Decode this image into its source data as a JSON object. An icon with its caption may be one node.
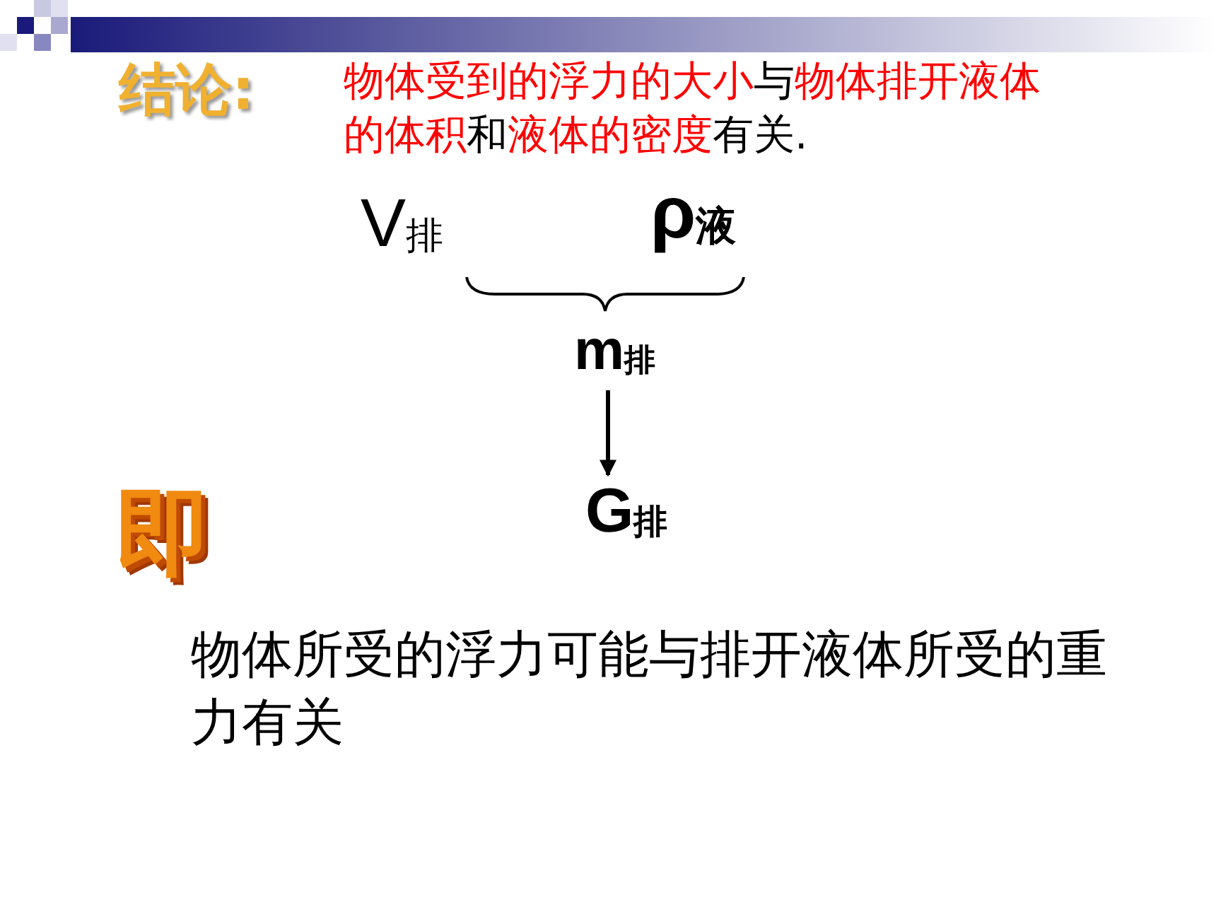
{
  "diagram": {
    "nodes": [
      {
        "text": [
          "V$_{排}$"
        ]
      },
      {
        "text": [
          "ρ$_{液}$"
        ]
      },
      {
        "text": [
          "m$_{排}$"
        ]
      },
      {
        "text": [
          "G$_{排}$"
        ]
      }
    ],
    "edges": [
      {
        "from": 2,
        "to": 3,
        "arrow": "to"
      }
    ],
    "labels": [
      "结论:",
      "物体受到的浮力的大小与物体排开液体的体积和液体的密度有关.",
      "即",
      "物体所受的浮力可能与排开液体所受的重力有关"
    ]
  }
}
